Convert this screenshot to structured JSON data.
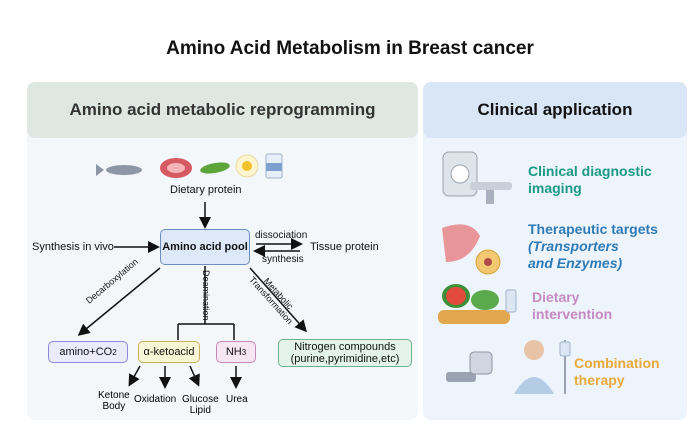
{
  "title": "Amino Acid Metabolism in Breast cancer",
  "left_panel": {
    "header": "Amino acid metabolic  reprogramming",
    "dietary_protein": "Dietary protein",
    "synthesis_in_vivo": "Synthesis in vivo",
    "amino_acid_pool": "Amino acid pool",
    "dissociation": "dissociation",
    "synthesis": "synthesis",
    "tissue_protein": "Tissue protein",
    "decarboxylation": "Decarboxylation",
    "deamination": "Deamination",
    "metabolic_transformation_1": "Metabolic",
    "metabolic_transformation_2": "Transformation",
    "amino_co2": "amino+CO",
    "co2_sub": "2",
    "alpha_ketoacid": "α-ketoacid",
    "nh3": "NH",
    "nh3_sub": "3",
    "nitrogen_1": "Nitrogen compounds",
    "nitrogen_2": "(purine,pyrimidine,etc)",
    "ketone_1": "Ketone",
    "ketone_2": "Body",
    "oxidation": "Oxidation",
    "glucose": "Glucose",
    "lipid": "Lipid",
    "urea": "Urea"
  },
  "right_panel": {
    "header": "Clinical application",
    "items": [
      {
        "line1": "Clinical diagnostic",
        "line2": "imaging",
        "line3": "",
        "color": "#1a9a86"
      },
      {
        "line1": "Therapeutic targets",
        "line2": "(Transporters",
        "line3": "and Enzymes)",
        "color": "#2f7bb8"
      },
      {
        "line1": "Dietary",
        "line2": "intervention",
        "line3": "",
        "color": "#c58ac4"
      },
      {
        "line1": "Combination",
        "line2": "therapy",
        "line3": "",
        "color": "#e8a93a"
      }
    ]
  }
}
